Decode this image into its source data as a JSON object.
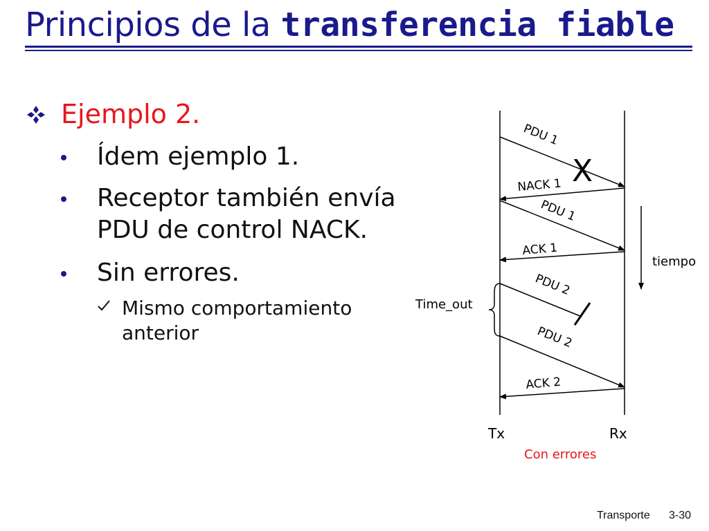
{
  "slide": {
    "title_normal": "Principios de la ",
    "title_bold": "transferencia fiable",
    "example_heading": "Ejemplo 2.",
    "bullets": [
      "Ídem ejemplo 1.",
      "Receptor también envía",
      "PDU de control NACK.",
      "Sin errores."
    ],
    "sub_bullet_line1": "Mismo comportamiento",
    "sub_bullet_line2": "anterior"
  },
  "diagram": {
    "messages": [
      "PDU 1",
      "NACK 1",
      "PDU 1",
      "ACK 1",
      "PDU 2",
      "PDU 2",
      "ACK 2"
    ],
    "error_mark": "X",
    "time_label": "tiempo",
    "timeout_label": "Time_out",
    "tx_label": "Tx",
    "rx_label": "Rx",
    "caption": "Con errores",
    "caption_color": "#e8161b"
  },
  "footer": {
    "section": "Transporte",
    "page": "3-30"
  }
}
